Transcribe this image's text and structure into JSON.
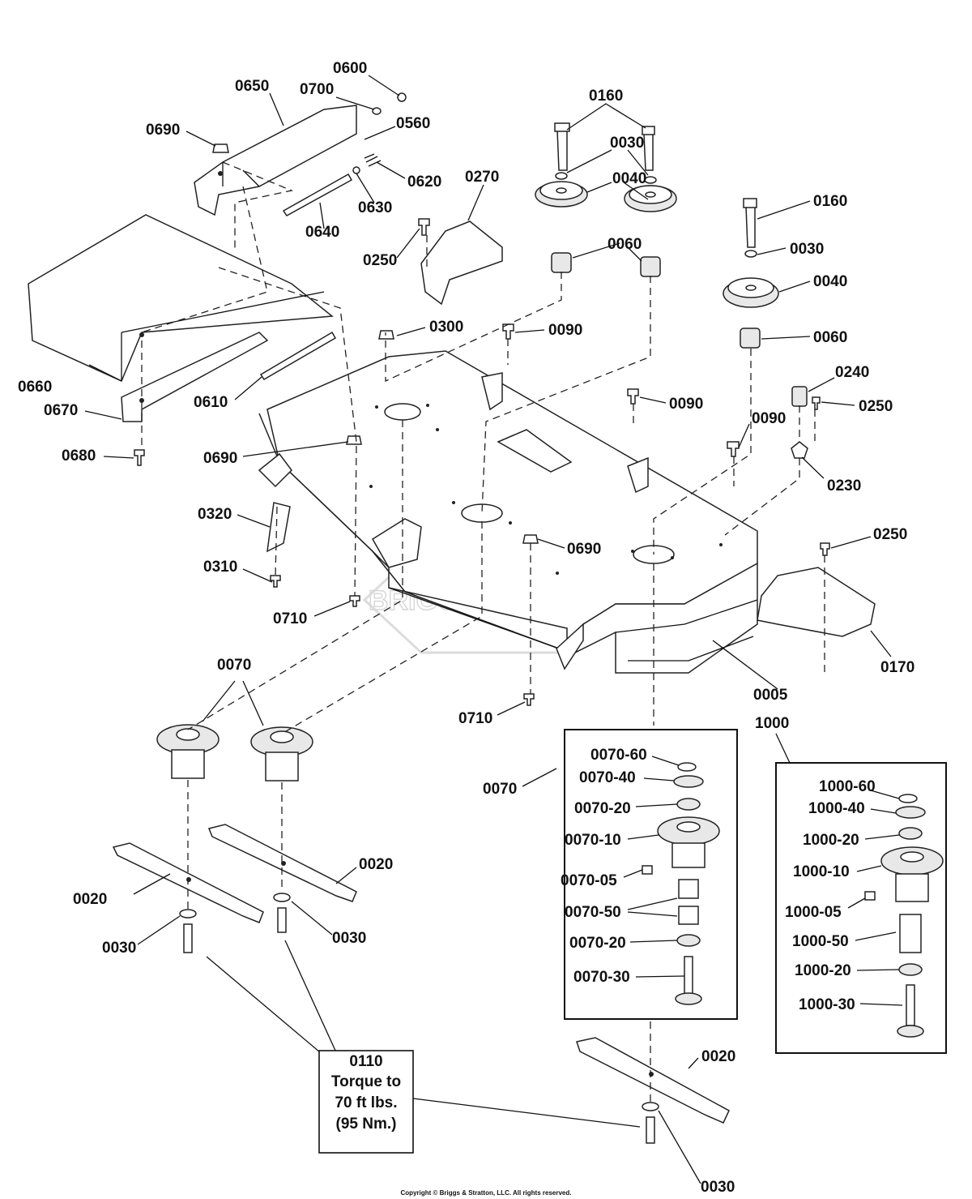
{
  "labels": {
    "l0600": "0600",
    "l0650": "0650",
    "l0700": "0700",
    "l0690a": "0690",
    "l0560": "0560",
    "l0620": "0620",
    "l0630": "0630",
    "l0640": "0640",
    "l0270": "0270",
    "l0250a": "0250",
    "l0160a": "0160",
    "l0030a": "0030",
    "l0040a": "0040",
    "l0060a": "0060",
    "l0160b": "0160",
    "l0030b": "0030",
    "l0040b": "0040",
    "l0060b": "0060",
    "l0300": "0300",
    "l0090a": "0090",
    "l0090b": "0090",
    "l0090c": "0090",
    "l0240": "0240",
    "l0250b": "0250",
    "l0230": "0230",
    "l0660": "0660",
    "l0670": "0670",
    "l0610": "0610",
    "l0680": "0680",
    "l0690b": "0690",
    "l0320": "0320",
    "l0310": "0310",
    "l0710a": "0710",
    "l0690c": "0690",
    "l0250c": "0250",
    "l0170": "0170",
    "l0005": "0005",
    "l0710b": "0710",
    "l0070a": "0070",
    "l0070b": "0070",
    "l1000": "1000",
    "l0070_60": "0070-60",
    "l0070_40": "0070-40",
    "l0070_20a": "0070-20",
    "l0070_10": "0070-10",
    "l0070_05": "0070-05",
    "l0070_50": "0070-50",
    "l0070_20b": "0070-20",
    "l0070_30": "0070-30",
    "l1000_60": "1000-60",
    "l1000_40": "1000-40",
    "l1000_20a": "1000-20",
    "l1000_10": "1000-10",
    "l1000_05": "1000-05",
    "l1000_50": "1000-50",
    "l1000_20b": "1000-20",
    "l1000_30": "1000-30",
    "l0020a": "0020",
    "l0020b": "0020",
    "l0020c": "0020",
    "l0030c": "0030",
    "l0030d": "0030",
    "l0030e": "0030"
  },
  "torque_note": {
    "line1": "0110",
    "line2": "Torque to",
    "line3": "70 ft lbs.",
    "line4": "(95 Nm.)"
  },
  "watermark": "BRIGGS & STRATTON",
  "copyright": "Copyright © Briggs & Stratton, LLC. All rights reserved."
}
